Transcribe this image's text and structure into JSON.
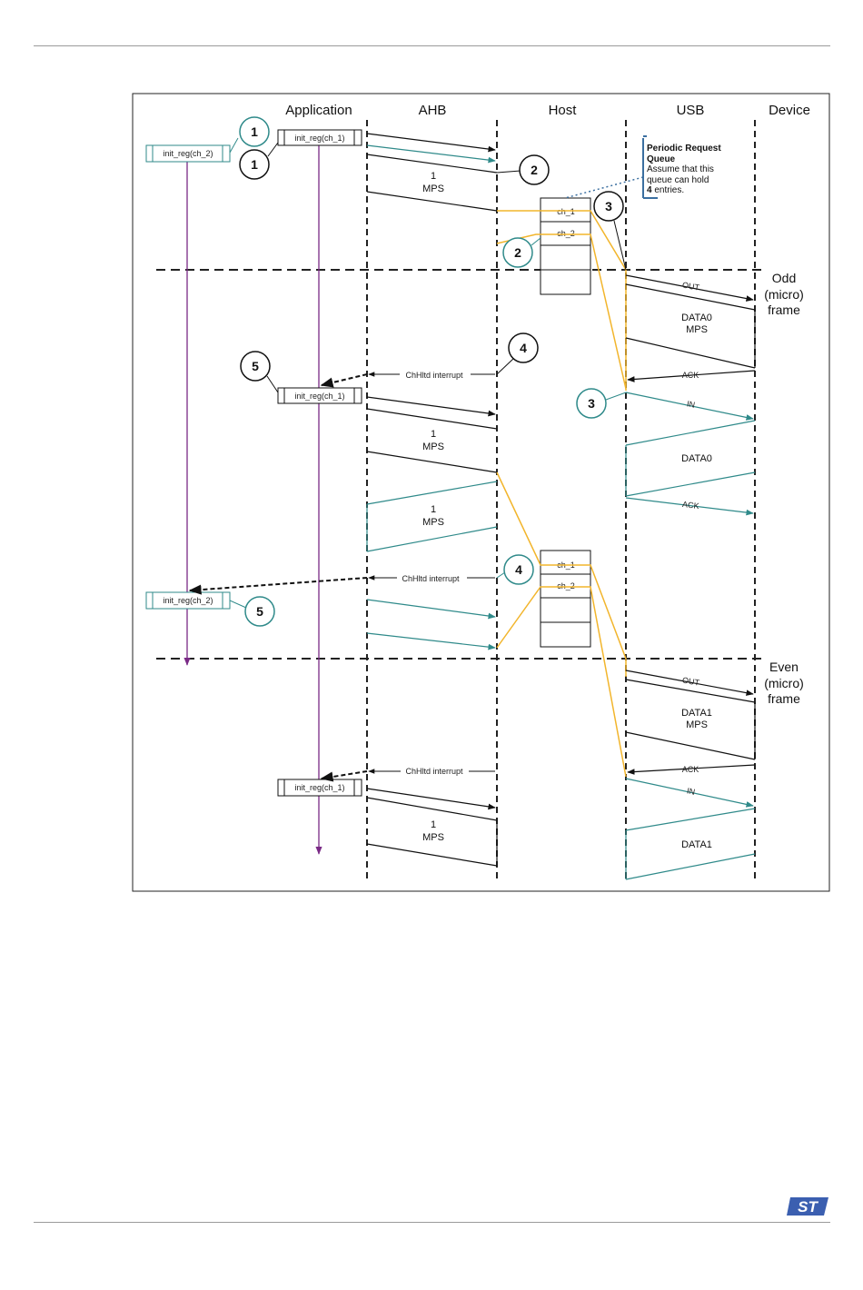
{
  "columns": [
    "Application",
    "AHB",
    "Host",
    "USB",
    "Device"
  ],
  "frames": {
    "odd": [
      "Odd",
      "(micro)",
      "frame"
    ],
    "even": [
      "Even",
      "(micro)",
      "frame"
    ]
  },
  "boxes": {
    "init_ch1": "init_reg(ch_1)",
    "init_ch2": "init_reg(ch_2)"
  },
  "queue": {
    "ch1": "ch_1",
    "ch2": "ch_2"
  },
  "note": {
    "title1": "Periodic Request",
    "title2": "Queue",
    "line1": "Assume that this",
    "line2": "queue can hold",
    "line3_bold": "4",
    "line3_rest": " entries."
  },
  "steps": {
    "s1": "1",
    "s2": "2",
    "s3": "3",
    "s4": "4",
    "s5": "5"
  },
  "labels": {
    "one": "1",
    "mps": "MPS",
    "chhltd": "ChHltd interrupt",
    "out": "OUT",
    "in": "IN",
    "ack": "ACK",
    "data0": "DATA0",
    "data1": "DATA1"
  },
  "colors": {
    "teal": "#2f8a8a",
    "yellow": "#f2b52c",
    "purple": "#7a2a86",
    "black": "#111111",
    "logo": "#3b5fb0"
  },
  "logo": {
    "icon": "st-logo-icon",
    "text": "ST"
  }
}
